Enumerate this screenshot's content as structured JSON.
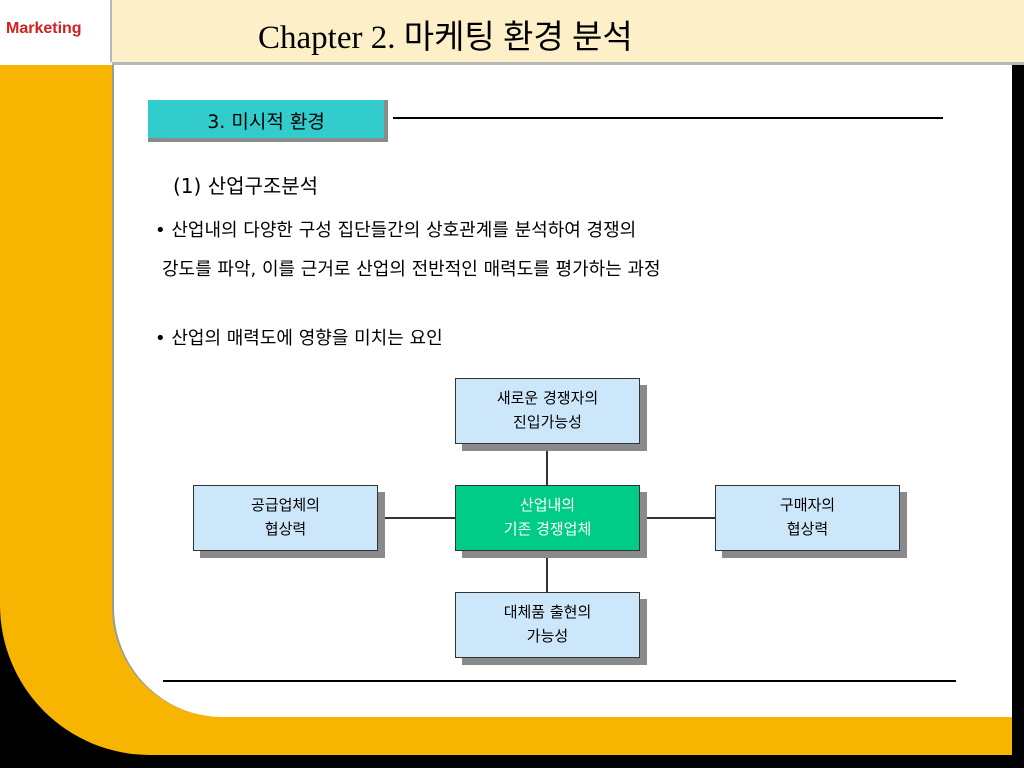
{
  "header": {
    "brand": "Marketing",
    "chapter_title": "Chapter 2. 마케팅 환경 분석"
  },
  "section": {
    "label": "3. 미시적 환경",
    "subheading": "(1) 산업구조분석",
    "bullets": [
      {
        "lines": [
          "• 산업내의 다양한 구성 집단들간의 상호관계를 분석하여 경쟁의",
          "강도를 파악, 이를 근거로 산업의 전반적인 매력도를 평가하는 과정"
        ]
      },
      {
        "lines": [
          "• 산업의 매력도에 영향을 미치는 요인"
        ]
      }
    ]
  },
  "diagram": {
    "top": {
      "lines": [
        "새로운 경쟁자의",
        "진입가능성"
      ]
    },
    "left": {
      "lines": [
        "공급업체의",
        "협상력"
      ]
    },
    "center": {
      "lines": [
        "산업내의",
        "기존 경쟁업체"
      ]
    },
    "right": {
      "lines": [
        "구매자의",
        "협상력"
      ]
    },
    "bottom": {
      "lines": [
        "대체품 출현의",
        "가능성"
      ]
    }
  },
  "colors": {
    "header_bg": "#fdf0c8",
    "brand_text": "#d02020",
    "frame_gold": "#f7b400",
    "section_tab": "#33cccc",
    "node_fill": "#cce6fa",
    "center_node_fill": "#00cc88"
  }
}
